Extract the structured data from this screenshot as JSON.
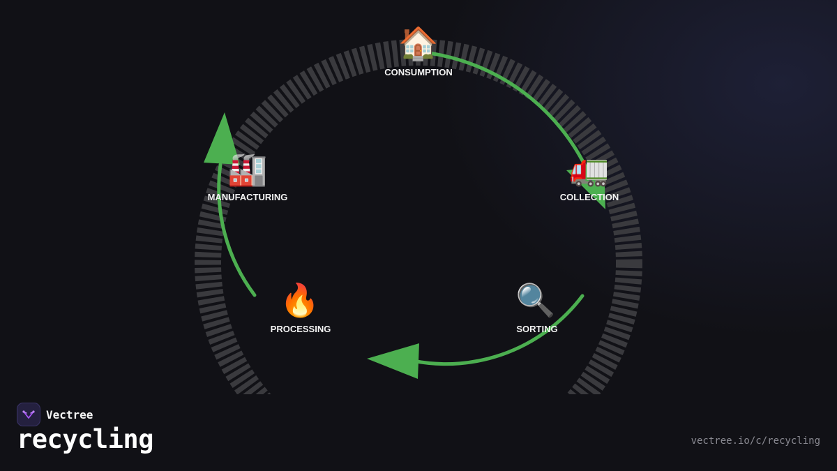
{
  "colors": {
    "background": "#111116",
    "arrow": "#4caf50",
    "ring_ticks": "#3a3a3e",
    "label": "#f2f2f2",
    "brand_accent": "#a855f7"
  },
  "stages": [
    {
      "id": "consumption",
      "label": "CONSUMPTION",
      "icon": "house-icon",
      "glyph": "🏠"
    },
    {
      "id": "collection",
      "label": "COLLECTION",
      "icon": "truck-icon",
      "glyph": "🚛"
    },
    {
      "id": "sorting",
      "label": "SORTING",
      "icon": "magnifier-icon",
      "glyph": "🔍"
    },
    {
      "id": "processing",
      "label": "PROCESSING",
      "icon": "fire-icon",
      "glyph": "🔥"
    },
    {
      "id": "manufacturing",
      "label": "MANUFACTURING",
      "icon": "factory-icon",
      "glyph": "🏭"
    }
  ],
  "footer": {
    "brand": "Vectree",
    "brand_icon": "vectree-logo-icon",
    "title": "recycling",
    "url": "vectree.io/c/recycling"
  }
}
